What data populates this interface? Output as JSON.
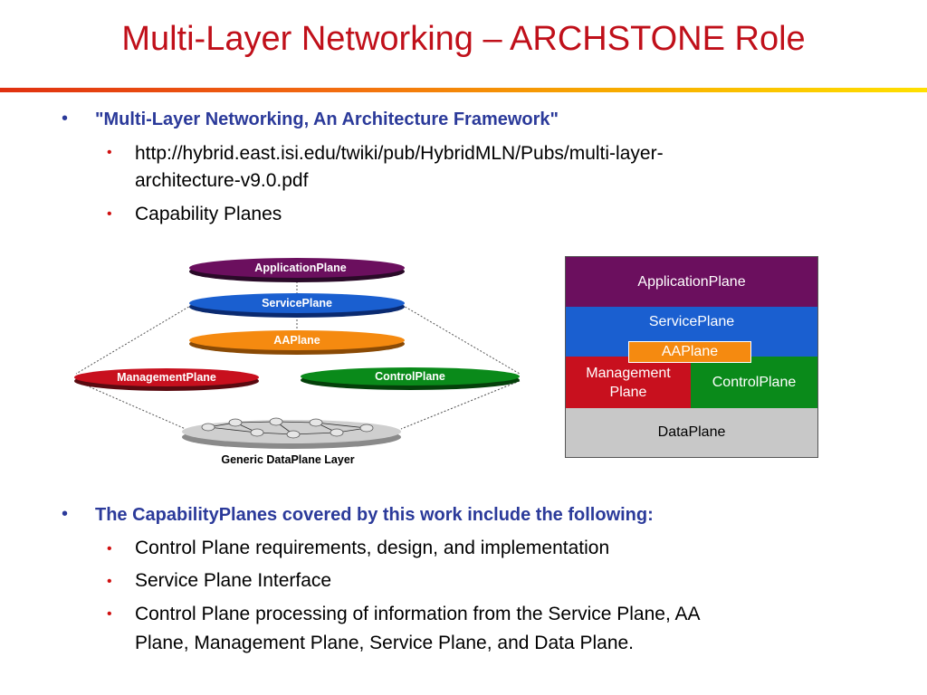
{
  "slide": {
    "title": "Multi-Layer Networking – ARCHSTONE Role"
  },
  "section1": {
    "heading": "\"Multi-Layer Networking, An Architecture Framework\"",
    "items": [
      "http://hybrid.east.isi.edu/twiki/pub/HybridMLN/Pubs/multi-layer-",
      "architecture-v9.0.pdf",
      "Capability Planes"
    ]
  },
  "diagram_left": {
    "planes": [
      "ApplicationPlane",
      "ServicePlane",
      "AAPlane",
      "ManagementPlane",
      "ControlPlane"
    ],
    "caption": "Generic DataPlane Layer"
  },
  "diagram_right": {
    "application": "ApplicationPlane",
    "service": "ServicePlane",
    "aa": "AAPlane",
    "management_line1": "Management",
    "management_line2": "Plane",
    "control": "ControlPlane",
    "data": "DataPlane"
  },
  "section2": {
    "heading": "The CapabilityPlanes covered by this work include the following:",
    "items": [
      "Control Plane requirements, design, and implementation",
      "Service Plane Interface",
      "Control Plane processing of information from the Service Plane, AA",
      "Plane, Management Plane, Service Plane, and Data Plane."
    ]
  },
  "colors": {
    "title": "#c0101a",
    "heading": "#2b3a9a",
    "application": "#6b0f5e",
    "service": "#1a5fd0",
    "aa": "#f58a10",
    "management": "#c8101e",
    "control": "#0a8a1a",
    "data": "#c8c8c8"
  },
  "icons": [
    "router-icon"
  ]
}
